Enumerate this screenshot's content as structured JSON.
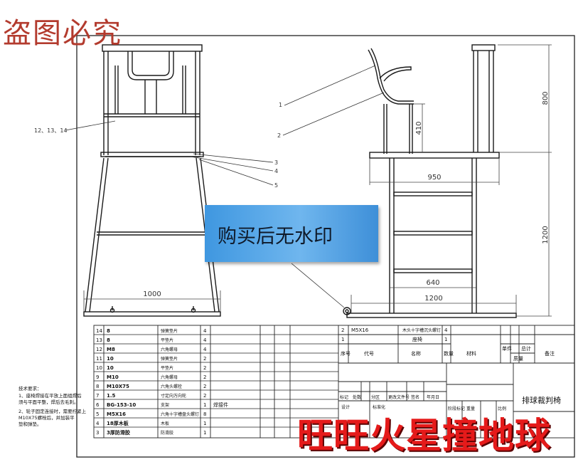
{
  "watermarks": {
    "top_left": "盗图必究",
    "center_box": "购买后无水印",
    "bottom_right": "旺旺火星撞地球"
  },
  "dimensions": {
    "d800": "800",
    "d410": "410",
    "d950": "950",
    "d1200_vertical": "1200",
    "d640": "640",
    "d1200_horizontal": "1200",
    "d1000": "1000"
  },
  "leaders": {
    "l1": "1",
    "l2": "2",
    "l3": "3",
    "l4": "4",
    "l5": "5",
    "l12": "12、13、14"
  },
  "bom": {
    "rows": [
      {
        "no": "14",
        "code": "8",
        "name": "弹簧垫片",
        "qty": "4",
        "mat": ""
      },
      {
        "no": "13",
        "code": "8",
        "name": "平垫片",
        "qty": "4",
        "mat": ""
      },
      {
        "no": "12",
        "code": "M8",
        "name": "六角螺母",
        "qty": "4",
        "mat": ""
      },
      {
        "no": "11",
        "code": "10",
        "name": "弹簧垫片",
        "qty": "2",
        "mat": ""
      },
      {
        "no": "10",
        "code": "10",
        "name": "平垫片",
        "qty": "2",
        "mat": ""
      },
      {
        "no": "9",
        "code": "M10",
        "name": "六角螺母",
        "qty": "2",
        "mat": ""
      },
      {
        "no": "8",
        "code": "M10X75",
        "name": "六角头螺栓",
        "qty": "2",
        "mat": ""
      },
      {
        "no": "7",
        "code": "1.5",
        "name": "寸定向万向轮",
        "qty": "2",
        "mat": ""
      },
      {
        "no": "6",
        "code": "BG-153-10",
        "name": "支架",
        "qty": "1",
        "mat": "焊接件"
      },
      {
        "no": "5",
        "code": "M5X16",
        "name": "六角十字槽盘头螺钉",
        "qty": "8",
        "mat": ""
      },
      {
        "no": "4",
        "code": "18厚木板",
        "name": "木板",
        "qty": "1",
        "mat": ""
      },
      {
        "no": "3",
        "code": "3厚防滑胶",
        "name": "防滑胶",
        "qty": "1",
        "mat": ""
      }
    ],
    "right_rows": [
      {
        "no": "2",
        "code": "M5X16",
        "name": "木头十字槽沉头螺钉",
        "qty": "4"
      },
      {
        "no": "1",
        "code": "",
        "name": "座椅",
        "qty": "1"
      }
    ],
    "header": {
      "no": "序号",
      "code": "代号",
      "name": "名称",
      "qty": "数量",
      "mat": "材料",
      "single": "单件",
      "total": "总计",
      "mass": "质量",
      "remark": "备注"
    },
    "tech_title": "技术要求：",
    "tech_lines": [
      "1、座椅焊接在平放上面组焊后",
      "须与平面平整，焊后去毛刺。",
      "2、轮子固定连接时，需要拧紧上",
      "M10X75螺栓后，并加装平",
      "垫和弹垫。"
    ]
  },
  "title_block": {
    "title": "排球裁判椅",
    "marks_row": [
      "标记",
      "处数",
      "分区",
      "更改文件号",
      "签名",
      "年月日"
    ],
    "stage_row": [
      "阶段标记",
      "重量",
      "比例"
    ],
    "design": "设计",
    "standard": "标准化"
  }
}
